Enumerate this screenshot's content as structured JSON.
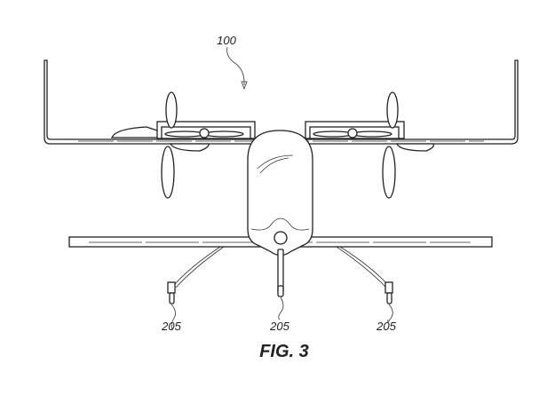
{
  "figure": {
    "reference_numeral_aircraft": "100",
    "reference_numerals_legs": [
      "205",
      "205",
      "205"
    ],
    "caption": "FIG. 3"
  }
}
